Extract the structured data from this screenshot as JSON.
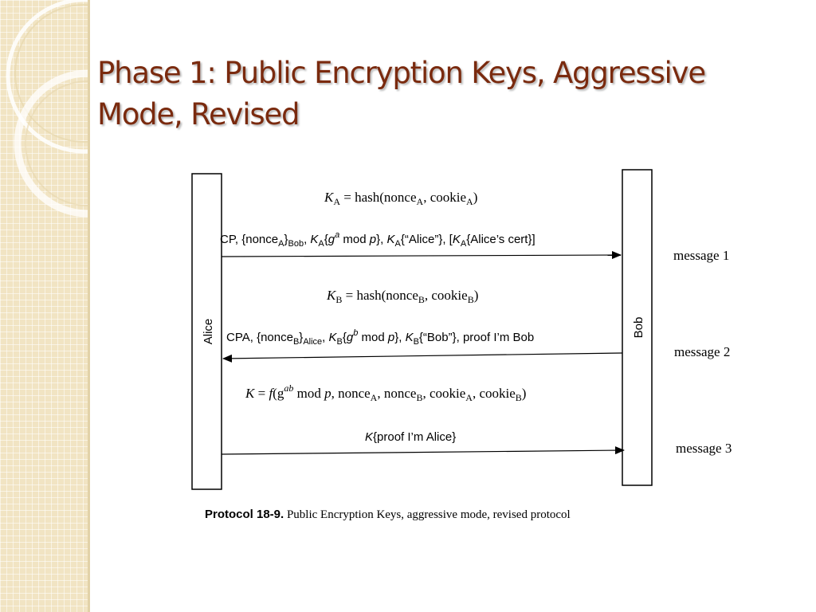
{
  "slide": {
    "title_line1": "Phase 1: Public Encryption Keys, Aggressive",
    "title_line2": "Mode, Revised"
  },
  "diagram": {
    "participants": {
      "left": "Alice",
      "right": "Bob"
    },
    "equations": {
      "ka": {
        "lhs": "K",
        "lhs_sub": "A",
        "rhs_a": " = hash(nonce",
        "sub1": "A",
        "rhs_b": ", cookie",
        "sub2": "A",
        "rhs_c": ")"
      },
      "kb": {
        "lhs": "K",
        "lhs_sub": "B",
        "rhs_a": " = hash(nonce",
        "sub1": "B",
        "rhs_b": ", cookie",
        "sub2": "B",
        "rhs_c": ")"
      },
      "k": {
        "p1": "K",
        "p2": " = ",
        "p3": "f",
        "p4": "(g",
        "sup": "ab",
        "p5": " mod ",
        "p6": "p",
        "p7": ", nonce",
        "s1": "A",
        "p8": ", nonce",
        "s2": "B",
        "p9": ", cookie",
        "s3": "A",
        "p10": ", cookie",
        "s4": "B",
        "p11": ")"
      }
    },
    "messages": [
      {
        "label": "message 1",
        "direction": "left-to-right",
        "parts": {
          "t1": "CP, {nonce",
          "s1": "A",
          "t2": "}",
          "s2": "Bob",
          "t3": ", ",
          "k1": "K",
          "s3": "A",
          "t4": "{",
          "g": "g",
          "sup": "a",
          "t5": " mod ",
          "p": "p",
          "t6": "}, ",
          "k2": "K",
          "s4": "A",
          "t7": "{“Alice”}, [",
          "k3": "K",
          "s5": "A",
          "t8": "{Alice’s cert}]"
        }
      },
      {
        "label": "message 2",
        "direction": "right-to-left",
        "parts": {
          "t1": "CPA, {nonce",
          "s1": "B",
          "t2": "}",
          "s2": "Alice",
          "t3": ", ",
          "k1": "K",
          "s3": "B",
          "t4": "{",
          "g": "g",
          "sup": "b",
          "t5": " mod ",
          "p": "p",
          "t6": "}, ",
          "k2": "K",
          "s4": "B",
          "t7": "{“Bob”}, proof I’m Bob"
        }
      },
      {
        "label": "message 3",
        "direction": "left-to-right",
        "parts": {
          "k": "K",
          "t1": "{proof I’m Alice}"
        }
      }
    ],
    "caption": {
      "bold": "Protocol 18-9.",
      "text": " Public Encryption Keys, aggressive mode, revised protocol"
    }
  },
  "colors": {
    "title": "#7a2a0e",
    "sidebar": "#f1e4c3",
    "decoration": "#ffffff"
  }
}
